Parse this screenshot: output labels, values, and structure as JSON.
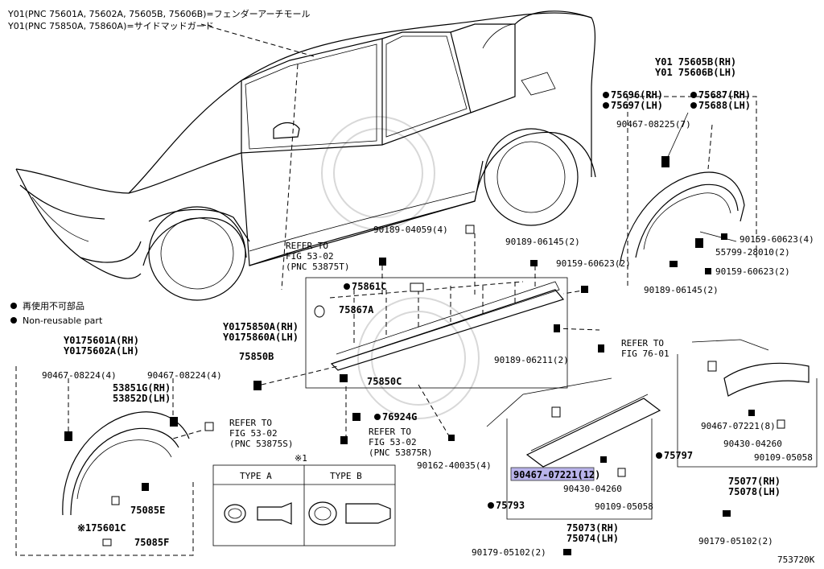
{
  "header": {
    "line1": "Y01(PNC 75601A, 75602A, 75605B, 75606B)=フェンダーアーチモール",
    "line2": "Y01(PNC 75850A, 75860A)=サイドマッドガード"
  },
  "legend": {
    "item1": "再使用不可部品",
    "item2": "Non-reusable part"
  },
  "diagram_id": "753720K",
  "labels": {
    "rear_arch_top": "Y01 75605B(RH)",
    "rear_arch_top2": "Y01 75606B(LH)",
    "p75696": "75696(RH)",
    "p75697": "75697(LH)",
    "p75687": "75687(RH)",
    "p75688": "75688(LH)",
    "p90467_08225": "90467-08225(7)",
    "p90159_60623a": "90159-60623(4)",
    "p55799": "55799-28010(2)",
    "p90159_60623b": "90159-60623(2)",
    "p90189_06145b": "90189-06145(2)",
    "p90189_04059": "90189-04059(4)",
    "p90189_06145a": "90189-06145(2)",
    "p90159_60623c": "90159-60623(2)",
    "refer1_a": "REFER TO",
    "refer1_b": "FIG 53-02",
    "refer1_c": "(PNC 53875T)",
    "p75861C": "75861C",
    "p75867A": "75867A",
    "side_a": "Y0175850A(RH)",
    "side_b": "Y0175860A(LH)",
    "p75850B": "75850B",
    "p75850C": "75850C",
    "p90189_06211": "90189-06211(2)",
    "refer4_a": "REFER TO",
    "refer4_b": "FIG 76-01",
    "front_a": "Y0175601A(RH)",
    "front_b": "Y0175602A(LH)",
    "p90467_08224a": "90467-08224(4)",
    "p90467_08224b": "90467-08224(4)",
    "p53851G": "53851G(RH)",
    "p53852D": "53852D(LH)",
    "refer2_a": "REFER TO",
    "refer2_b": "FIG 53-02",
    "refer2_c": "(PNC 53875S)",
    "p76924G": "76924G",
    "refer3_a": "REFER TO",
    "refer3_b": "FIG 53-02",
    "refer3_c": "(PNC 53875R)",
    "p90162": "90162-40035(4)",
    "p75085E": "75085E",
    "p75601C": "※175601C",
    "p75085F": "75085F",
    "note_mark": "※1",
    "type_a": "TYPE A",
    "type_b": "TYPE B",
    "p90467_07221a": "90467-07221(8)",
    "p90430_04260a": "90430-04260",
    "p90109_05058a": "90109-05058",
    "p75797": "75797",
    "p75077": "75077(RH)",
    "p75078": "75078(LH)",
    "p90179_05102a": "90179-05102(2)",
    "p90467_07221b": "90467-07221(12)",
    "p90430_04260b": "90430-04260",
    "p90109_05058b": "90109-05058",
    "p75793": "75793",
    "p75073": "75073(RH)",
    "p75074": "75074(LH)",
    "p90179_05102b": "90179-05102(2)"
  },
  "colors": {
    "highlight": "#b9b3ea",
    "ink": "#000000",
    "watermark": "#d8d8d8"
  }
}
